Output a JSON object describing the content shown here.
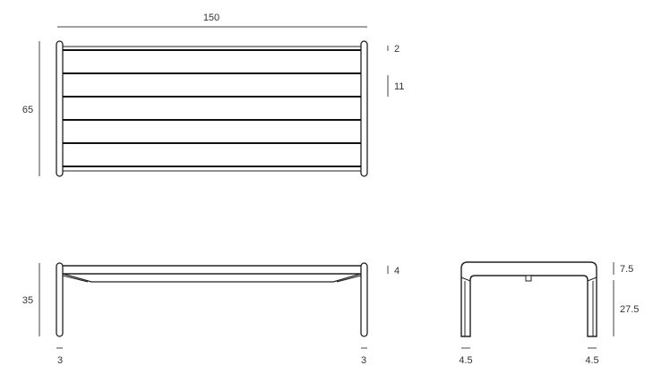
{
  "top_view": {
    "width_label": "150",
    "depth_label": "65",
    "edge_slat_label": "2",
    "slat_label": "11"
  },
  "side_view": {
    "height_label": "35",
    "seat_thickness_label": "4",
    "left_leg_label": "3",
    "right_leg_label": "3"
  },
  "end_view": {
    "frame_height_label": "7.5",
    "leg_height_label": "27.5",
    "left_leg_label": "4.5",
    "right_leg_label": "4.5"
  },
  "colors": {
    "stroke": "#222222",
    "text": "#333333"
  }
}
